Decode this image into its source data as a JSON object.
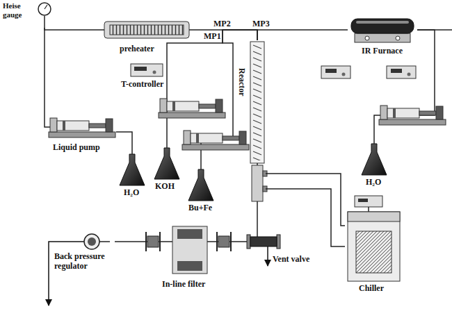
{
  "diagram": {
    "nodes": [
      {
        "text": [
          "Heise gauge"
        ]
      },
      {
        "text": [
          "preheater"
        ]
      },
      {
        "text": [
          "IR Furnace"
        ]
      },
      {
        "text": [
          "T-controller"
        ]
      },
      {
        "text": [
          "Reactor"
        ]
      },
      {
        "text": [
          "Liquid pump"
        ]
      },
      {
        "text": [
          "KOH"
        ]
      },
      {
        "text": [
          "Bu+Fe"
        ]
      },
      {
        "text": [
          "H₂O"
        ]
      },
      {
        "text": [
          "H₂O"
        ]
      },
      {
        "text": [
          "Vent valve"
        ]
      },
      {
        "text": [
          "Chiller"
        ]
      },
      {
        "text": [
          "In-line filter"
        ]
      },
      {
        "text": [
          "Back pressure regulator"
        ]
      }
    ],
    "edges": [
      {
        "from": 8,
        "to": 5,
        "arrow": "none"
      },
      {
        "from": 5,
        "to": 0,
        "arrow": "none"
      },
      {
        "from": 0,
        "to": 1,
        "arrow": "none"
      },
      {
        "from": 1,
        "to": 4,
        "arrow": "none"
      },
      {
        "from": 2,
        "to": 4,
        "arrow": "none"
      },
      {
        "from": 6,
        "to": 4,
        "arrow": "none"
      },
      {
        "from": 7,
        "to": 4,
        "arrow": "none"
      },
      {
        "from": 9,
        "to": 2,
        "arrow": "none"
      },
      {
        "from": 4,
        "to": 10,
        "arrow": "none"
      },
      {
        "from": 4,
        "to": 11,
        "arrow": "none"
      },
      {
        "from": 4,
        "to": 11,
        "arrow": "none"
      },
      {
        "from": 10,
        "to": 12,
        "arrow": "none"
      },
      {
        "from": 12,
        "to": 13,
        "arrow": "none"
      }
    ],
    "labels": [
      "MP2",
      "MP3",
      "MP1"
    ]
  }
}
